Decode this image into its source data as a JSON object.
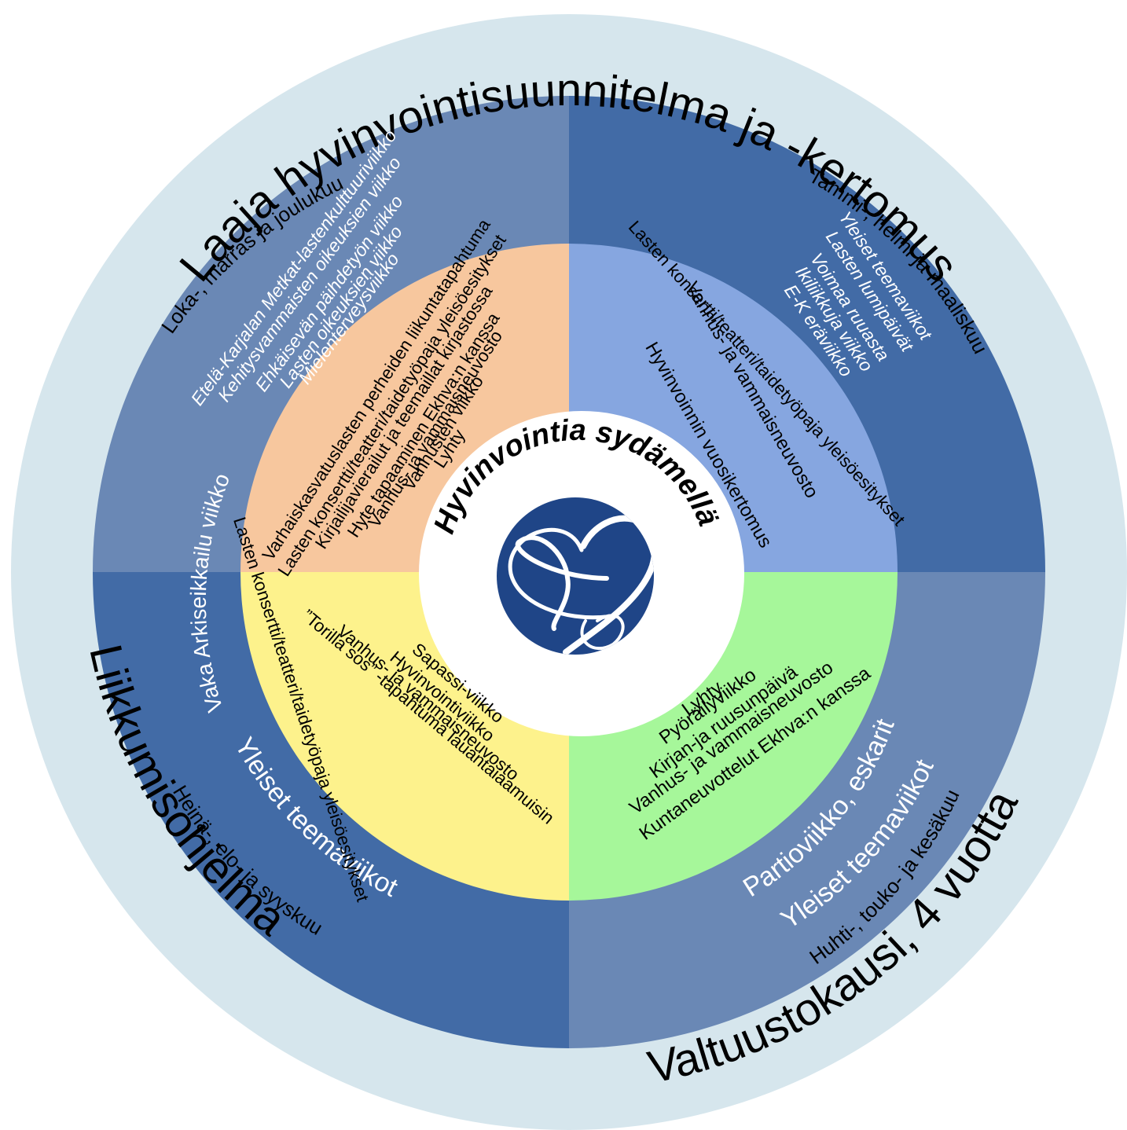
{
  "outer_ring": {
    "top_arc": "Laaja hyvinvointisuunnitelma ja -kertomus",
    "left_arc": "Liikkumisohjelma",
    "bottom_arc": "(Valtuustokausi, 4 vuotta)"
  },
  "center": {
    "title": "Hyvinvointia sydämellä",
    "logo_icon": "heart-logo-icon"
  },
  "quadrants": {
    "top_left": {
      "season": "Loka-, marras ja joulukuu",
      "themes": [
        "Etelä-Karjalan Metkat-lastenkulttuuriviikko",
        "Kehitysvammaisten oikeuksien viikko",
        "Ehkäisevän päihdetyön viikko",
        "Lasten oikeuksien viikko",
        "Mielenterveysviikko"
      ],
      "program": "Vaka Arkiseikkailu viikko",
      "inner_items": [
        "Varhaiskasvatuslasten perheiden liikuntatapahtuma",
        "Lasten konsertti/teatteri/taidetyöpaja yleisöesitykset",
        "Kirjailijavierailut ja teemaillat kirjastossa",
        "Hyte tapaaminen Ekhva:n kanssa",
        "Vanhus- ja vammaisneuvosto",
        "Vanhusten viikko",
        "Lyhty"
      ]
    },
    "top_right": {
      "season": "Tammi-, helmi ja maaliskuu",
      "themes": [
        "Yleiset teemaviikot",
        "Lasten lumipäivät",
        "Voimaa ruuasta",
        "Ikiliikkuja viikko",
        "E-K eräviikko"
      ],
      "inner_items": [
        "Lasten konsertti/teatteri/taidetyöpaja yleisöesitykset",
        "Vanhus- ja vammaisneuvosto",
        "Hyvinvoinnin vuosikertomus"
      ]
    },
    "bottom_left": {
      "season": "Heinä-, elo- ja syyskuu",
      "themes": [
        "Yleiset teemaviikot"
      ],
      "inner_items": [
        "Lasten konsertti/teatteri/taidetyöpaja yleisöesitykset",
        "”Torilla sos” -tapahtuma lauantaiaamuisin",
        "Vanhus- ja vammaisneuvosto",
        "Hyvinvointiviikko",
        "Sapassi-viikko"
      ]
    },
    "bottom_right": {
      "season": "Huhti-, touko- ja kesäkuu",
      "themes": [
        "Yleiset teemaviikot",
        "Partioviikko, eskarit"
      ],
      "inner_items": [
        "Lyhty",
        "Pyöräilyviikko",
        "Kirjan-ja ruusunpäivä",
        "Vanhus- ja vammaisneuvosto",
        "Kuntaneuvottelut Ekhva:n kanssa"
      ]
    }
  },
  "colors": {
    "outer_ring": "#d6e6ed",
    "q_dark": "#426ba6",
    "q_light": "#6a88b5",
    "inner_tl": "#f7c79e",
    "inner_tr": "#86a6e0",
    "inner_bl": "#fdf28c",
    "inner_br": "#a6f79a",
    "center": "#ffffff",
    "logo": "#1f4587"
  }
}
